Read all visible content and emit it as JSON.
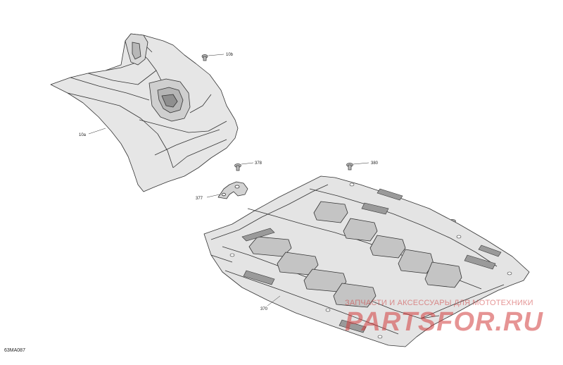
{
  "diagram": {
    "figure_code": "63MA087",
    "callouts": [
      {
        "id": "10b",
        "label": "10b"
      },
      {
        "id": "10a",
        "label": "10a"
      },
      {
        "id": "378",
        "label": "378"
      },
      {
        "id": "377",
        "label": "377"
      },
      {
        "id": "380",
        "label": "380"
      },
      {
        "id": "370",
        "label": "370"
      }
    ]
  },
  "watermark": {
    "tagline": "ЗАПЧАСТИ И АКСЕССУАРЫ ДЛЯ МОТОТЕХНИКИ",
    "logo": "PARTSFOR.RU",
    "color": "#d23c3c"
  },
  "colors": {
    "line": "#333333",
    "panel_fill": "#e2e2e2",
    "pad_fill": "#c4c4c4",
    "background": "#ffffff"
  }
}
